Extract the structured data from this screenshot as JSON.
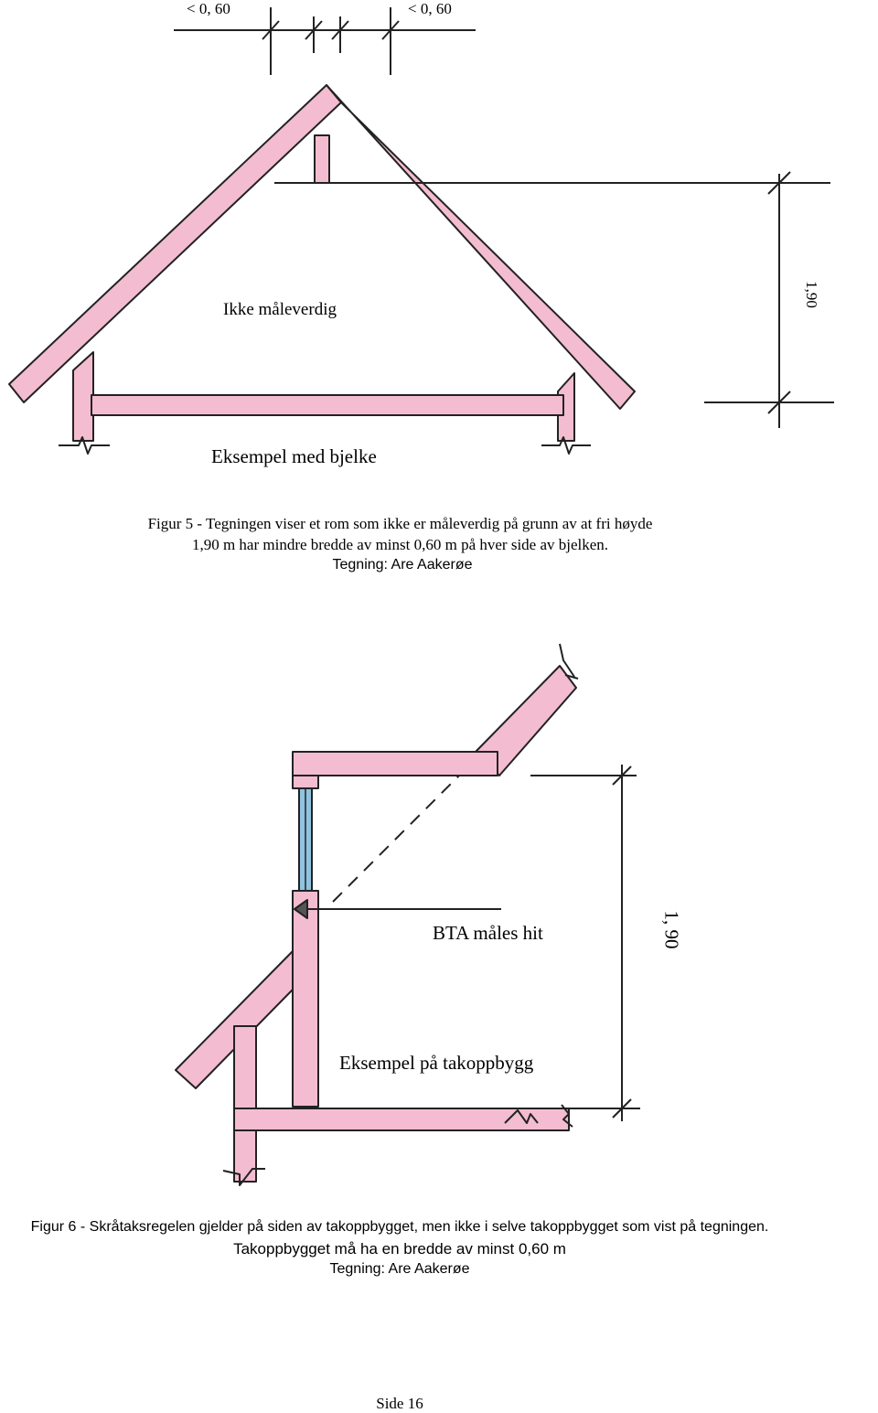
{
  "figure5": {
    "dim_left": "< 0, 60",
    "dim_right": "< 0, 60",
    "dim_height": "1,90",
    "room_label": "Ikke måleverdig",
    "title": "Eksempel med bjelke",
    "caption_line1": "Figur 5 - Tegningen viser et rom som ikke er måleverdig på grunn av at fri høyde",
    "caption_line2": "1,90 m har mindre bredde av minst 0,60 m på hver side av bjelken.",
    "credit": "Tegning: Are Aakerøe"
  },
  "figure6": {
    "bta_label": "BTA måles hit",
    "dim_height": "1, 90",
    "title": "Eksempel på takoppbygg",
    "caption_line1": "Figur 6 - Skråtaksregelen gjelder på siden av takoppbygget, men ikke i selve takoppbygget som vist på tegningen.",
    "caption_line2": "Takoppbygget må ha en bredde av minst 0,60 m",
    "credit": "Tegning: Are Aakerøe"
  },
  "footer": {
    "page": "Side 16"
  },
  "colors": {
    "member_fill": "#f4bcd0",
    "window_fill": "#8fc3e0",
    "line": "#222222"
  }
}
